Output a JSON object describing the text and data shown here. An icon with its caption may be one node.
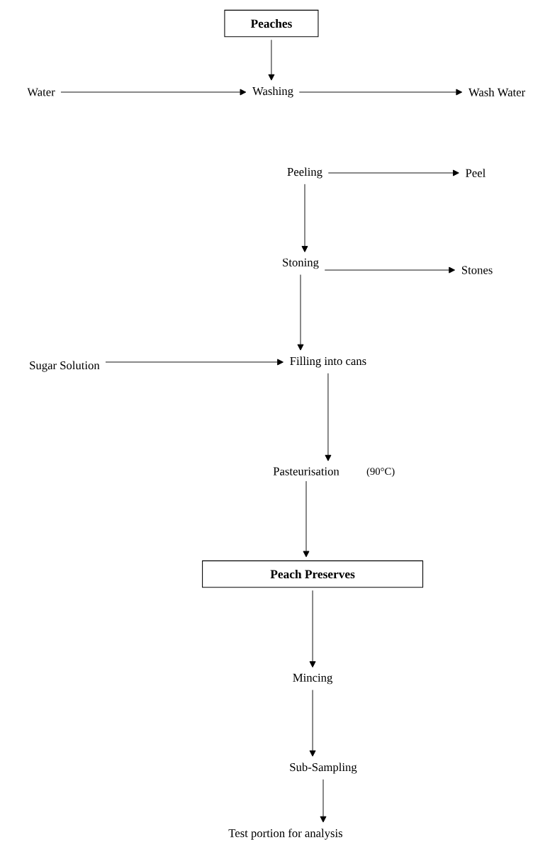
{
  "diagram": {
    "nodes": [
      {
        "text": [
          "Peaches"
        ]
      },
      {
        "text": [
          "Water"
        ]
      },
      {
        "text": [
          "Washing"
        ]
      },
      {
        "text": [
          "Wash Water"
        ]
      },
      {
        "text": [
          "Peeling"
        ]
      },
      {
        "text": [
          "Peel"
        ]
      },
      {
        "text": [
          "Stoning"
        ]
      },
      {
        "text": [
          "Stones"
        ]
      },
      {
        "text": [
          "Sugar Solution"
        ]
      },
      {
        "text": [
          "Filling into cans"
        ]
      },
      {
        "text": [
          "Pasteurisation"
        ],
        "beside": [
          "(90°C)"
        ]
      },
      {
        "text": [
          "Peach Preserves"
        ]
      },
      {
        "text": [
          "Mincing"
        ]
      },
      {
        "text": [
          "Sub-Sampling"
        ]
      },
      {
        "text": [
          "Test portion for analysis"
        ]
      }
    ],
    "edges": [
      {
        "from": 0,
        "to": 2,
        "arrow": "to"
      },
      {
        "from": 1,
        "to": 2,
        "arrow": "to"
      },
      {
        "from": 2,
        "to": 3,
        "arrow": "to"
      },
      {
        "from": 4,
        "to": 5,
        "arrow": "to"
      },
      {
        "from": 4,
        "to": 6,
        "arrow": "to"
      },
      {
        "from": 6,
        "to": 7,
        "arrow": "to"
      },
      {
        "from": 6,
        "to": 9,
        "arrow": "to"
      },
      {
        "from": 8,
        "to": 9,
        "arrow": "to"
      },
      {
        "from": 9,
        "to": 10,
        "arrow": "to"
      },
      {
        "from": 10,
        "to": 11,
        "arrow": "to"
      },
      {
        "from": 11,
        "to": 12,
        "arrow": "to"
      },
      {
        "from": 12,
        "to": 13,
        "arrow": "to"
      },
      {
        "from": 13,
        "to": 14,
        "arrow": "to"
      }
    ]
  }
}
